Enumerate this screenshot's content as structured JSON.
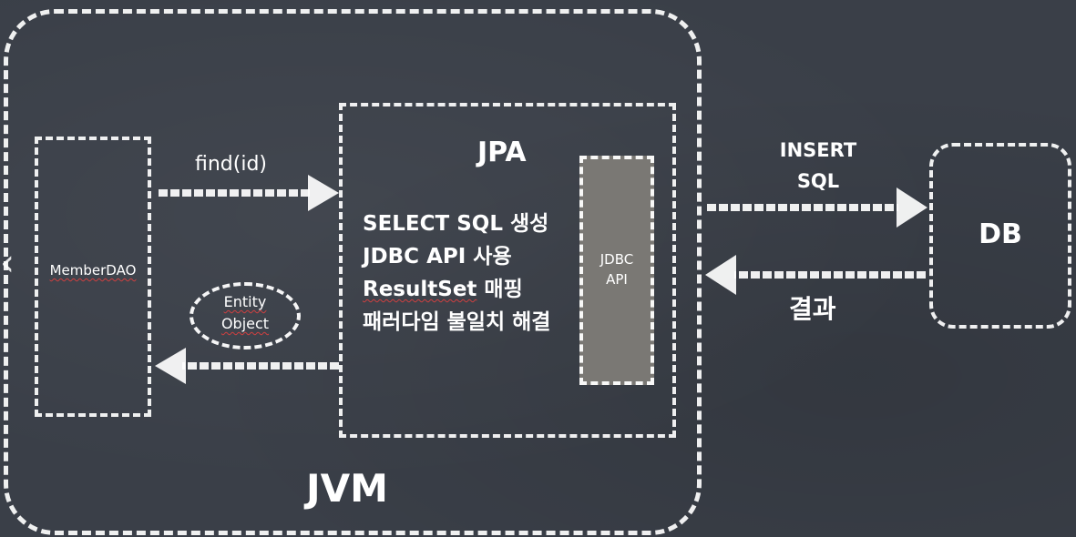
{
  "diagram": {
    "jvm_label": "JVM",
    "dao_label": "MemberDAO",
    "find_call_label": "find(id)",
    "jpa_title": "JPA",
    "jpa_tasks": [
      "SELECT SQL 생성",
      "JDBC API 사용",
      "ResultSet 매핑",
      "패러다임 불일치 해결"
    ],
    "jdbc_label_line1": "JDBC",
    "jdbc_label_line2": "API",
    "entity_label_line1": "Entity",
    "entity_label_line2": "Object",
    "insert_label_line1": "INSERT",
    "insert_label_line2": "SQL",
    "result_label": "결과",
    "db_label": "DB"
  },
  "colors": {
    "board_background": "#3a3f48",
    "chalk": "#ffffff",
    "jdbc_fill": "#7a7874",
    "spellcheck_underline": "#d04040"
  },
  "icons": {
    "prev_slide": "chevron-left-icon"
  }
}
